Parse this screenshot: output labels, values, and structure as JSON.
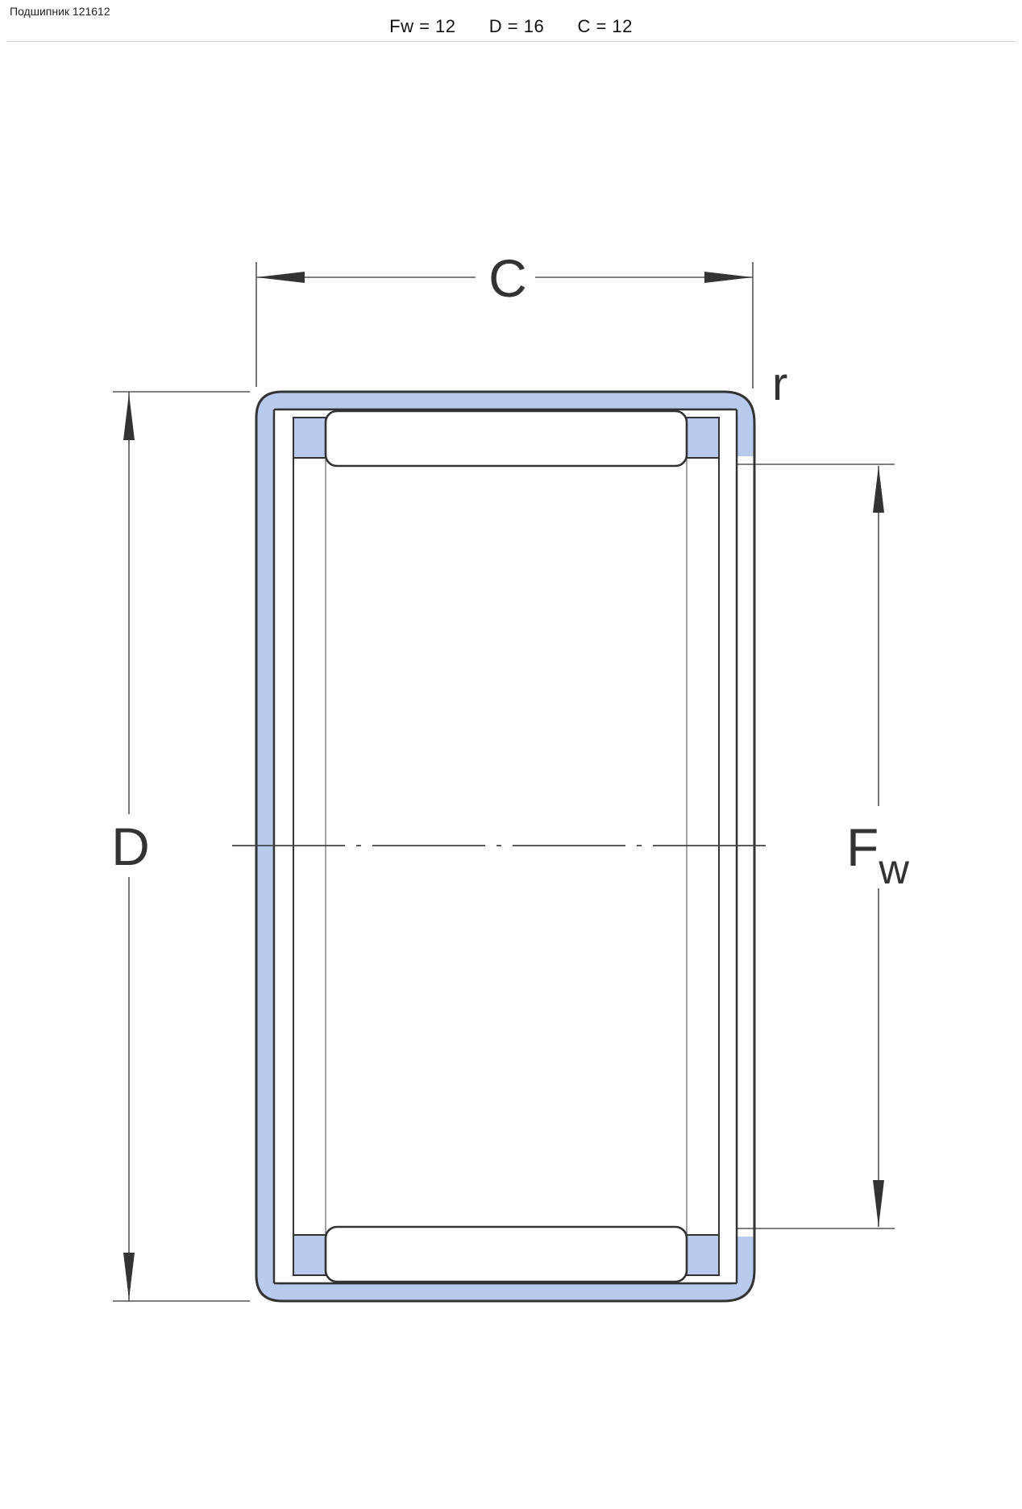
{
  "header": {
    "title": "Подшипник 121612",
    "dims": [
      {
        "name": "Fw",
        "text": "Fw = 12"
      },
      {
        "name": "D",
        "text": "D = 16"
      },
      {
        "name": "C",
        "text": "C = 12"
      }
    ]
  },
  "drawing": {
    "labels": {
      "c": "C",
      "r": "r",
      "d": "D",
      "fw_main": "F",
      "fw_sub": "w"
    },
    "colors": {
      "line": "#333333",
      "cup_fill": "#b8caee",
      "thin_line": "#444444"
    }
  }
}
